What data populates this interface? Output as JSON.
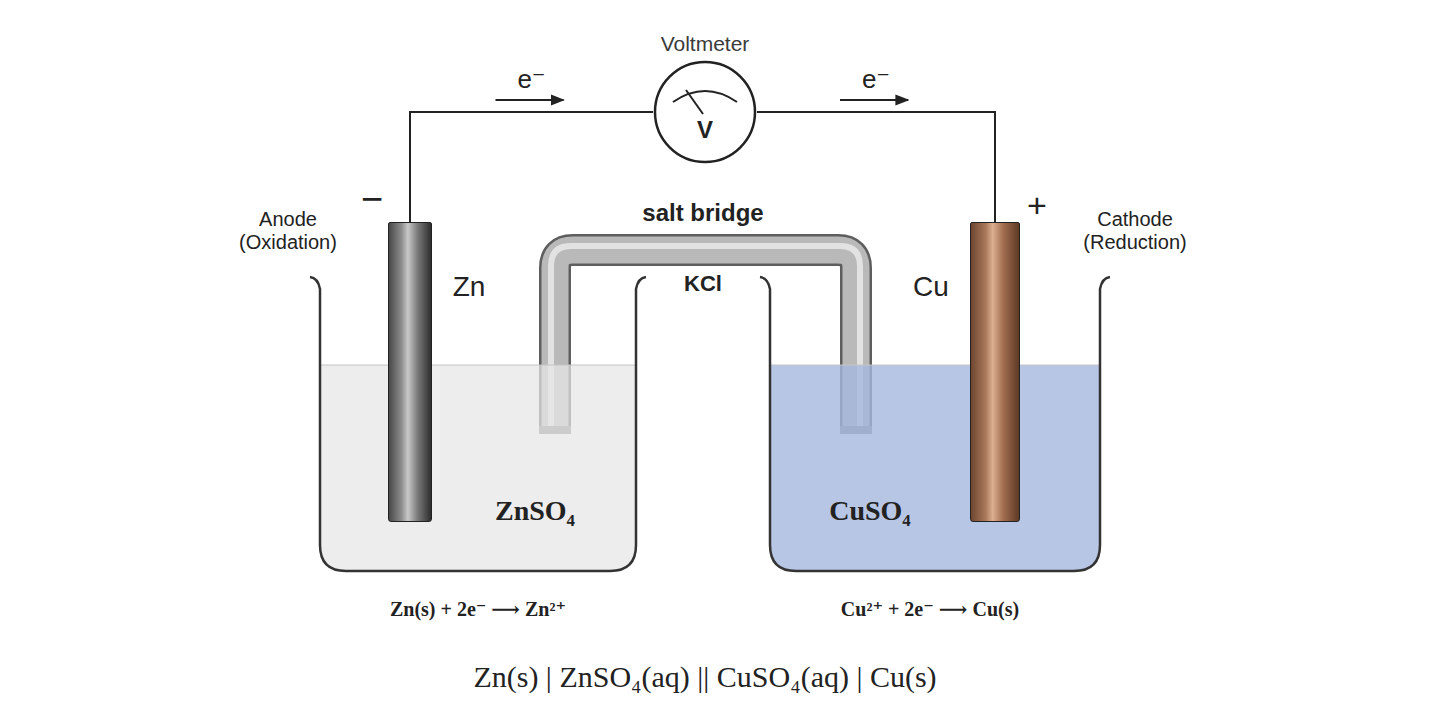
{
  "diagram": {
    "caption": "Zn(s) | ZnSO₄(aq) || CuSO₄(aq) | Cu(s)",
    "nodes": [
      {
        "text": [
          "Voltmeter",
          "V"
        ]
      },
      {
        "text": [
          "ZnSO₄"
        ]
      },
      {
        "text": [
          "Zn"
        ]
      },
      {
        "text": [
          "CuSO₄"
        ]
      },
      {
        "text": [
          "Cu"
        ]
      }
    ],
    "edges": [
      {
        "from": 2,
        "to": 0,
        "arrow": "none",
        "label": "e⁻"
      },
      {
        "from": 0,
        "to": 4,
        "arrow": "none",
        "label": "e⁻"
      }
    ],
    "labels": [
      "−",
      "Anode (Oxidation)",
      "salt bridge",
      "KCl",
      "+",
      "Cathode (Reduction)",
      "Zn(s) + 2e⁻ ⟶ Zn²⁺",
      "Cu²⁺ + 2e⁻ ⟶ Cu(s)"
    ]
  }
}
